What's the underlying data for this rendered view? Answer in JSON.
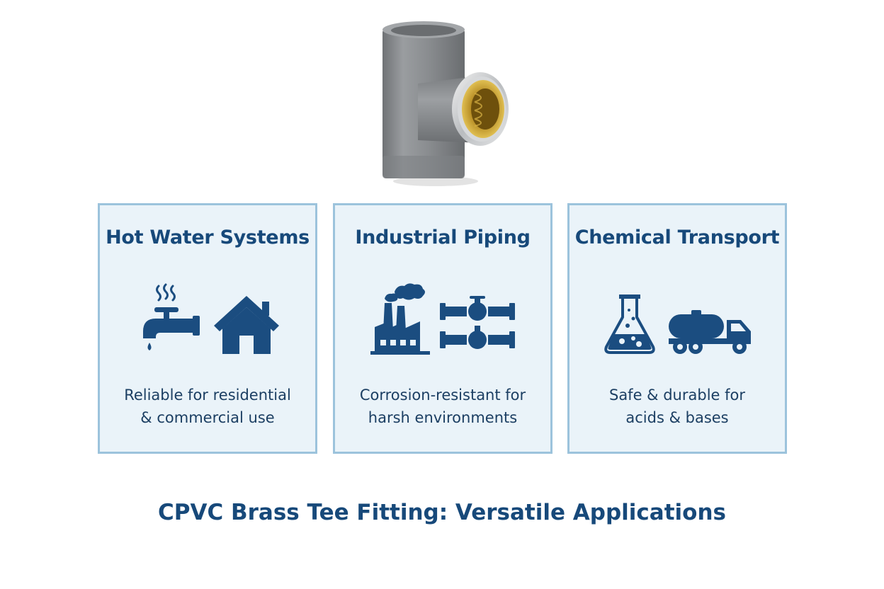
{
  "colors": {
    "accent": "#17497a",
    "card_border": "#9cc3dc",
    "card_background": "#eaf3f9",
    "icon_blue": "#1b4d80",
    "pipe_gray": "#8a8d90",
    "brass": "#c9a227"
  },
  "product": {
    "image_icon": "cpvc-brass-tee-fitting-icon"
  },
  "cards": [
    {
      "title": "Hot Water Systems",
      "icons": [
        "faucet-icon",
        "house-icon"
      ],
      "description_line1": "Reliable for residential",
      "description_line2": "& commercial use"
    },
    {
      "title": "Industrial Piping",
      "icons": [
        "factory-icon",
        "pipeline-valve-icon"
      ],
      "description_line1": "Corrosion-resistant for",
      "description_line2": "harsh environments"
    },
    {
      "title": "Chemical Transport",
      "icons": [
        "flask-icon",
        "tanker-truck-icon"
      ],
      "description_line1": "Safe & durable for",
      "description_line2": "acids & bases"
    }
  ],
  "footer": {
    "title": "CPVC Brass Tee Fitting: Versatile Applications"
  }
}
